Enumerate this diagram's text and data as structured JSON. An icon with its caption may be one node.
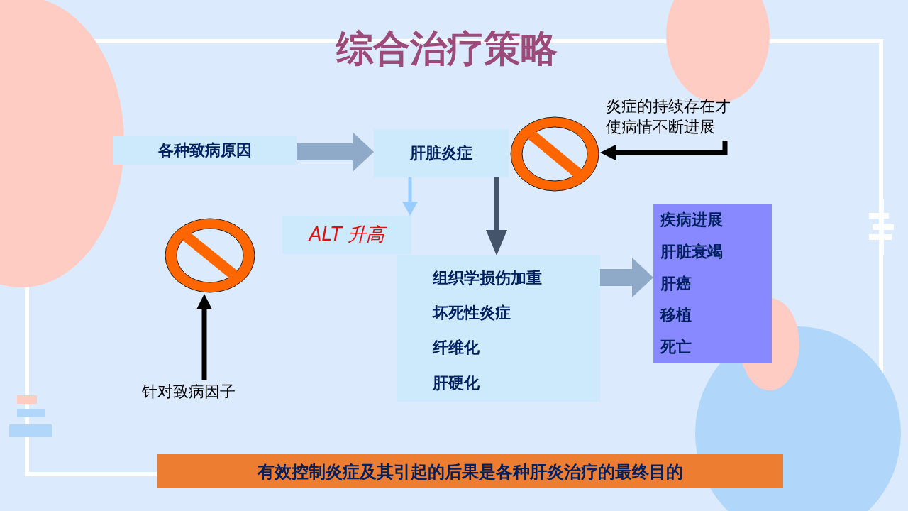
{
  "diagram": {
    "title": "综合治疗策略",
    "nodes": [
      {
        "text": [
          "各种致病原因"
        ]
      },
      {
        "text": [
          "肝脏炎症"
        ]
      },
      {
        "text": [
          "ALT 升高"
        ]
      },
      {
        "text": [
          "组织学损伤加重",
          "坏死性炎症",
          "纤维化",
          "肝硬化"
        ]
      },
      {
        "text": [
          "疾病进展",
          "肝脏衰竭",
          "肝癌",
          "移植",
          "死亡"
        ]
      },
      {
        "text": [],
        "shape": "picture"
      },
      {
        "text": [
          "炎症的持续存在才使病情不断进展"
        ]
      },
      {
        "text": [],
        "shape": "picture"
      },
      {
        "text": [
          "针对致病因子"
        ]
      },
      {
        "text": [
          "有效控制炎症及其引起的后果是各种肝炎治疗的最终目的"
        ]
      }
    ],
    "edges": [
      {
        "from": 0,
        "to": 1,
        "arrow": "to",
        "style": "thick",
        "color": "#8fa9c8"
      },
      {
        "from": 1,
        "to": 2,
        "arrow": "to",
        "color": "#99ccff"
      },
      {
        "from": 1,
        "to": 3,
        "arrow": "to",
        "color": "#44546a"
      },
      {
        "from": 3,
        "to": 4,
        "arrow": "to",
        "style": "thick",
        "color": "#8fa9c8"
      },
      {
        "from": 6,
        "to": 5,
        "arrow": "to",
        "color": "#000000"
      },
      {
        "from": 8,
        "to": 7,
        "arrow": "to",
        "color": "#000000"
      }
    ]
  }
}
